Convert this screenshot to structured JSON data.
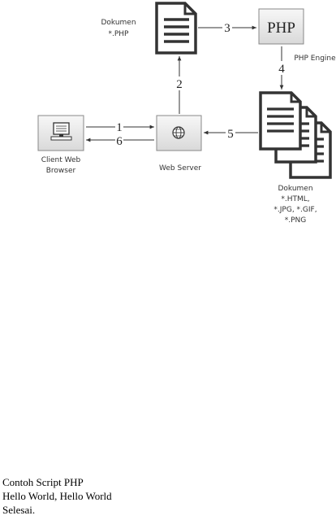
{
  "diagram": {
    "php_doc_label_1": "Dokumen",
    "php_doc_label_2": "*.PHP",
    "php_logo_text": "PHP",
    "php_engine_label": "PHP Engine",
    "client_label_1": "Client Web",
    "client_label_2": "Browser",
    "server_label": "Web Server",
    "output_doc_label_1": "Dokumen",
    "output_doc_label_2": "*.HTML,",
    "output_doc_label_3": "*.JPG, *.GIF,",
    "output_doc_label_4": "*.PNG",
    "step_1": "1",
    "step_2": "2",
    "step_3": "3",
    "step_4": "4",
    "step_5": "5",
    "step_6": "6"
  },
  "output": {
    "line_1": "Contoh Script PHP",
    "line_2": "Hello World, Hello World",
    "line_3": "Selesai."
  }
}
